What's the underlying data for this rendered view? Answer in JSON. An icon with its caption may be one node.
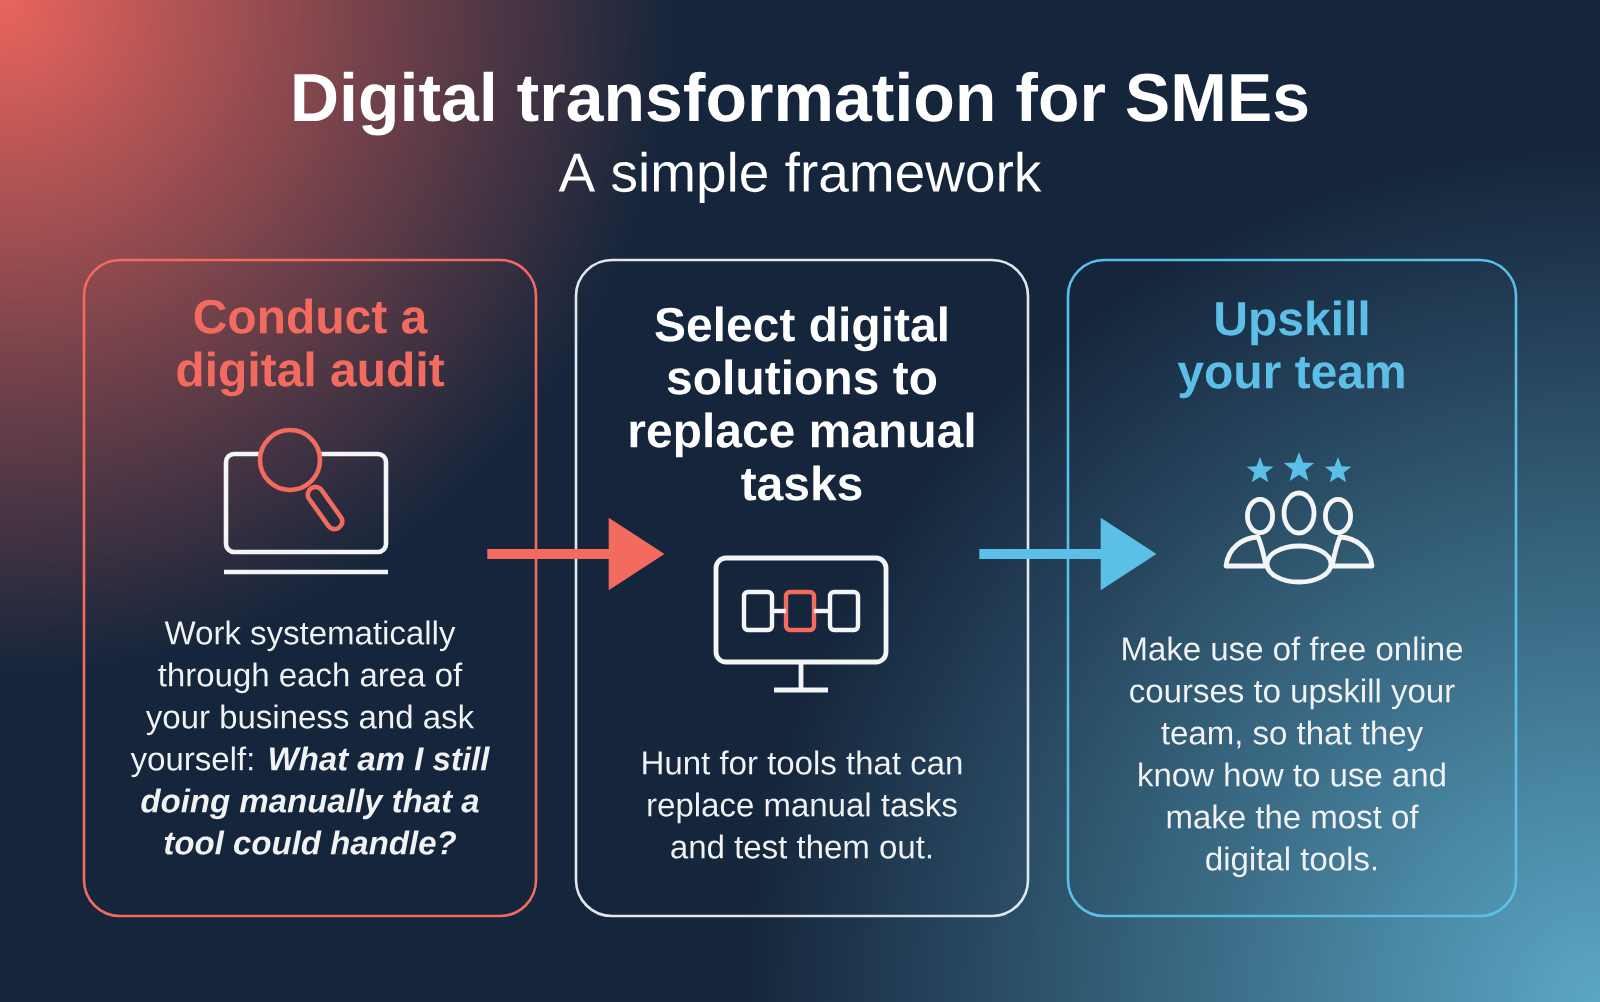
{
  "diagram": {
    "title": "Digital transformation for SMEs",
    "nodes": [
      {
        "text": [
          "Conduct a digital audit",
          "Work systematically through each area of your business and ask yourself: **What am I still doing manually that a tool could handle?**"
        ]
      },
      {
        "text": [
          "Select digital solutions to replace manual tasks",
          "Hunt for tools that can replace manual tasks and test them out."
        ]
      },
      {
        "text": [
          "Upskill your team",
          "Make use of free online courses to upskill your team, so that they know how to use and make the most of digital tools."
        ]
      }
    ],
    "edges": [
      {
        "from": 0,
        "to": 1,
        "arrow": "to",
        "color": "#f26b5e"
      },
      {
        "from": 1,
        "to": 2,
        "arrow": "to",
        "color": "#5cbfe8"
      }
    ],
    "labels": [
      "A simple framework"
    ]
  }
}
